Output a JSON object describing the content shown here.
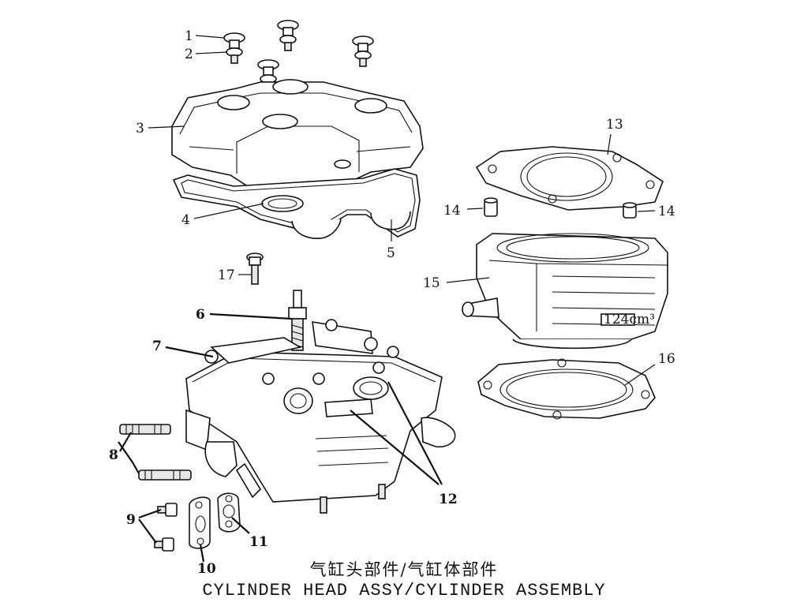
{
  "title_cn": "气缸头部件/气缸体部件",
  "title_en": "CYLINDER HEAD ASSY/CYLINDER ASSEMBLY",
  "callouts": {
    "c1": "1",
    "c2": "2",
    "c3": "3",
    "c4": "4",
    "c5": "5",
    "c6": "6",
    "c7": "7",
    "c8": "8",
    "c9": "9",
    "c10": "10",
    "c11": "11",
    "c12": "12",
    "c13": "13",
    "c14a": "14",
    "c14b": "14",
    "c15": "15",
    "c16": "16",
    "c17": "17"
  },
  "cylinder_mark": "124cm³"
}
